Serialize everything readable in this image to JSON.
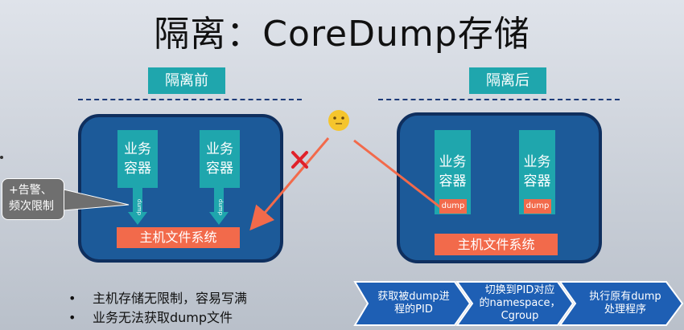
{
  "title": "隔离：CoreDump存储",
  "before": {
    "label": "隔离前",
    "containers": [
      "业务\n容器",
      "业务\n容器"
    ],
    "pipe_label": "dump",
    "fs_label": "主机文件系统"
  },
  "after": {
    "label": "隔离后",
    "containers": [
      "业务\n容器",
      "业务\n容器"
    ],
    "dump_label": "dump",
    "fs_label": "主机文件系统"
  },
  "callout": "+告警、\n频次限制",
  "bullets": [
    "主机存储无限制，容易写满",
    "业务无法获取dump文件"
  ],
  "steps": [
    "获取被dump进\n程的PID",
    "切换到PID对应\n的namespace，\nCgroup",
    "执行原有dump\n处理程序"
  ],
  "colors": {
    "panel": "#1c5a99",
    "teal": "#1fa6ad",
    "orange": "#f26a4b",
    "step": "#1e5fb4"
  },
  "icons": {
    "emoji": "face-icon",
    "cross": "x-mark-icon"
  }
}
